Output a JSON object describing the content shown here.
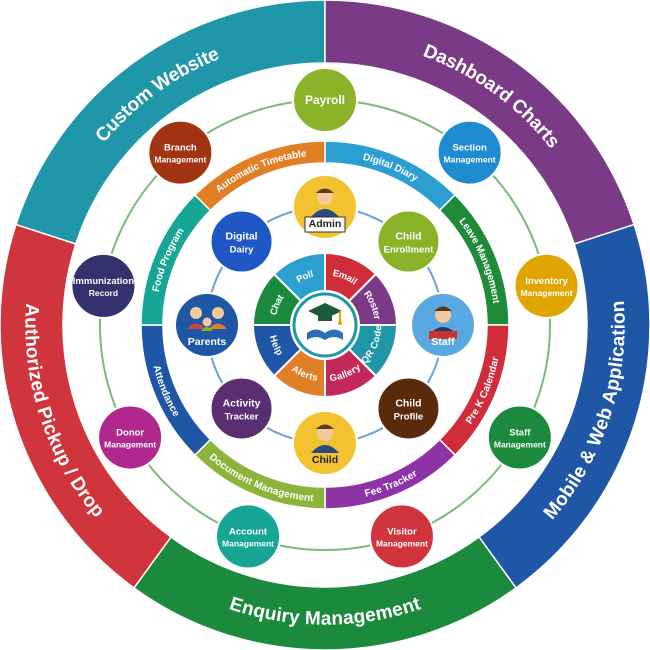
{
  "outer_ring": [
    {
      "label": "Custom Website",
      "color": "#1f97a8"
    },
    {
      "label": "Dashboard Charts",
      "color": "#7b3a86"
    },
    {
      "label": "Mobile & Web Application",
      "color": "#1f57a6"
    },
    {
      "label": "Enquiry Management",
      "color": "#1c8a3d"
    },
    {
      "label": "Authorized Pickup / Drop",
      "color": "#d0343d"
    }
  ],
  "modules": [
    {
      "line1": "Payroll",
      "line2": "",
      "color": "#8bb32a"
    },
    {
      "line1": "Section",
      "line2": "Management",
      "color": "#1f8bd1"
    },
    {
      "line1": "Inventory",
      "line2": "Management",
      "color": "#e0a500"
    },
    {
      "line1": "Staff",
      "line2": "Management",
      "color": "#1c8a3d"
    },
    {
      "line1": "Visitor",
      "line2": "Management",
      "color": "#d0343d"
    },
    {
      "line1": "Account",
      "line2": "Management",
      "color": "#17a596"
    },
    {
      "line1": "Donor",
      "line2": "Management",
      "color": "#b0288e"
    },
    {
      "line1": "Immunization",
      "line2": "Record",
      "color": "#33316e"
    },
    {
      "line1": "Branch",
      "line2": "Management",
      "color": "#a23413"
    }
  ],
  "middle_ring": [
    {
      "label": "Digital Diary",
      "color": "#2a9fd0"
    },
    {
      "label": "Leave Management",
      "color": "#1f8a3a"
    },
    {
      "label": "Pre K Calendar",
      "color": "#d12c3a"
    },
    {
      "label": "Fee Tracker",
      "color": "#8e33a6"
    },
    {
      "label": "Document Management",
      "color": "#8db43a"
    },
    {
      "label": "Attendance",
      "color": "#1f57a6"
    },
    {
      "label": "Food Program",
      "color": "#17a596"
    },
    {
      "label": "Automatic Timetable",
      "color": "#e07f25"
    }
  ],
  "features": [
    {
      "line1": "Child",
      "line2": "Enrollment",
      "color": "#8bb32a"
    },
    {
      "line1": "Child",
      "line2": "Profile",
      "color": "#5a2a0d"
    },
    {
      "line1": "Activity",
      "line2": "Tracker",
      "color": "#5a2f72"
    },
    {
      "line1": "Digital",
      "line2": "Dairy",
      "color": "#1f57c6"
    }
  ],
  "roles": [
    {
      "label": "Admin"
    },
    {
      "label": "Staff"
    },
    {
      "label": "Child"
    },
    {
      "label": "Parents"
    }
  ],
  "inner_ring": [
    {
      "label": "Email",
      "color": "#d12c3a"
    },
    {
      "label": "Roster",
      "color": "#7b3a86"
    },
    {
      "label": "QR Code",
      "color": "#1f97a8"
    },
    {
      "label": "Gallery",
      "color": "#c2285a"
    },
    {
      "label": "Alerts",
      "color": "#e07f25"
    },
    {
      "label": "Help",
      "color": "#1f57a6"
    },
    {
      "label": "Chat",
      "color": "#1c8a3d"
    },
    {
      "label": "Poll",
      "color": "#2a9fd0"
    }
  ]
}
